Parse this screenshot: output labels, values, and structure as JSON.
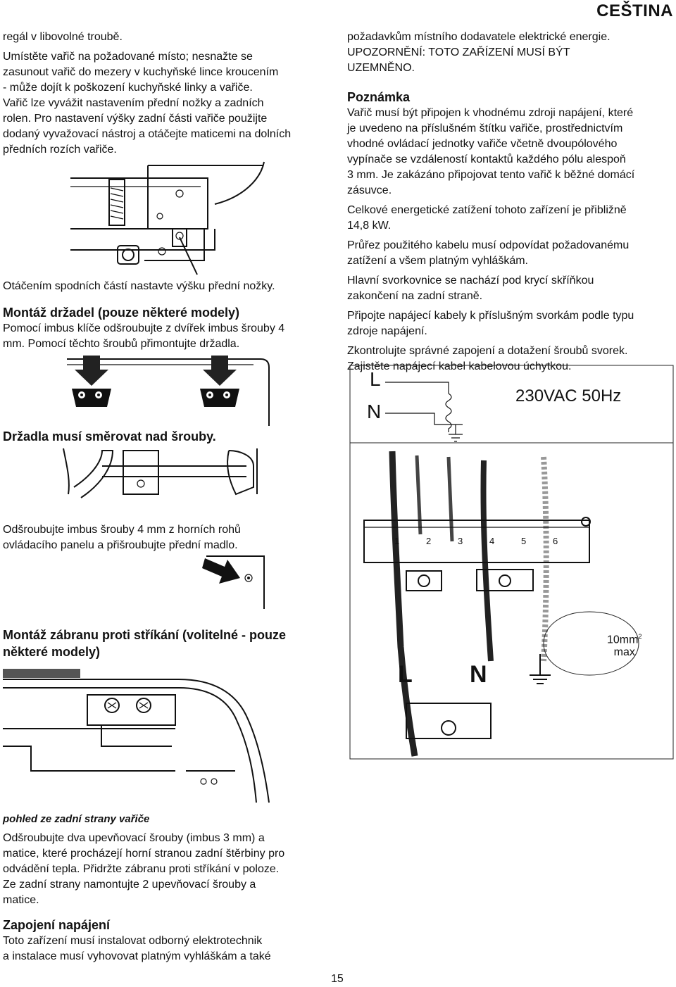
{
  "header": {
    "language": "CEŠTINA"
  },
  "left": {
    "intro_lines": [
      "regál v libovolné troubě.",
      "Umístěte vařič na požadované místo; nesnažte se",
      "zasunout vařič do mezery v kuchyňské lince kroucením",
      "- může dojít k poškození kuchyňské linky a vařiče.",
      "Vařič lze vyvážit nastavením přední nožky a zadních",
      "rolen. Pro nastavení výšky zadní části vařiče použijte",
      "dodaný vyvažovací nástroj a otáčejte maticemi na dolních",
      "předních rozích vařiče."
    ],
    "feet_caption": "Otáčením spodních částí nastavte výšku přední nožky.",
    "handle_heading": "Montáž držadel (pouze některé modely)",
    "handle_text_lines": [
      "Pomocí imbus klíče odšroubujte z dvířek imbus šrouby 4",
      "mm. Pomocí těchto šroubů přimontujte držadla."
    ],
    "handle_caption": "Držadla musí směrovat nad šrouby.",
    "panel_text_lines": [
      "Odšroubujte imbus šrouby 4 mm z horních rohů",
      "ovládacího panelu a přišroubujte přední madlo."
    ],
    "splash_heading_lines": [
      "Montáž zábranu proti stříkání (volitelné - pouze",
      "některé modely)"
    ],
    "rear_view_caption": "pohled ze zadní strany vařiče",
    "splash_text_lines": [
      "Odšroubujte dva upevňovací šrouby (imbus 3 mm) a",
      "matice, které procházejí horní stranou zadní štěrbiny pro",
      "odvádění tepla. Přidržte zábranu proti stříkání v poloze.",
      "Ze zadní strany namontujte 2 upevňovací šrouby a",
      "matice."
    ],
    "power_heading": "Zapojení napájení",
    "power_text_lines": [
      "Toto zařízení musí instalovat odborný elektrotechnik",
      "a instalace musí vyhovovat platným vyhláškám a také"
    ]
  },
  "right": {
    "intro_lines": [
      "požadavkům místního dodavatele elektrické energie.",
      "UPOZORNĚNÍ: TOTO ZAŘÍZENÍ MUSÍ BÝT",
      "UZEMNĚNO."
    ],
    "note_heading": "Poznámka",
    "note_lines": [
      "Vařič musí být připojen k vhodnému zdroji napájení, které",
      "je uvedeno na příslušném štítku vařiče, prostřednictvím",
      "vhodné ovládací jednotky vařiče včetně dvoupólového",
      "vypínače se vzdáleností kontaktů každého pólu alespoň",
      "3 mm. Je zakázáno připojovat tento vařič k běžné domácí",
      "zásuvce."
    ],
    "load_lines": [
      "Celkové energetické zatížení tohoto zařízení je přibližně",
      "14,8 kW."
    ],
    "cable_lines": [
      "Průřez použitého kabelu musí odpovídat požadovanému",
      "zatížení a všem platným vyhláškám."
    ],
    "terminal_lines": [
      "Hlavní svorkovnice se nachází pod krycí skříňkou",
      "zakončení na zadní straně."
    ],
    "connect_lines": [
      "Připojte napájecí kabely k příslušným svorkám podle typu",
      "zdroje napájení."
    ],
    "check_lines": [
      "Zkontrolujte správné zapojení a dotažení šroubů svorek.",
      "Zajistěte napájecí kabel kabelovou úchytkou."
    ]
  },
  "wiring": {
    "label_L": "L",
    "label_N": "N",
    "supply": "230VAC 50Hz",
    "terminals": [
      "1",
      "2",
      "3",
      "4",
      "5",
      "6"
    ],
    "cable_L": "L",
    "cable_N": "N",
    "max_size": "10mm",
    "max_sup": "2",
    "max_word": "max"
  },
  "footer": {
    "page_number": "15"
  }
}
